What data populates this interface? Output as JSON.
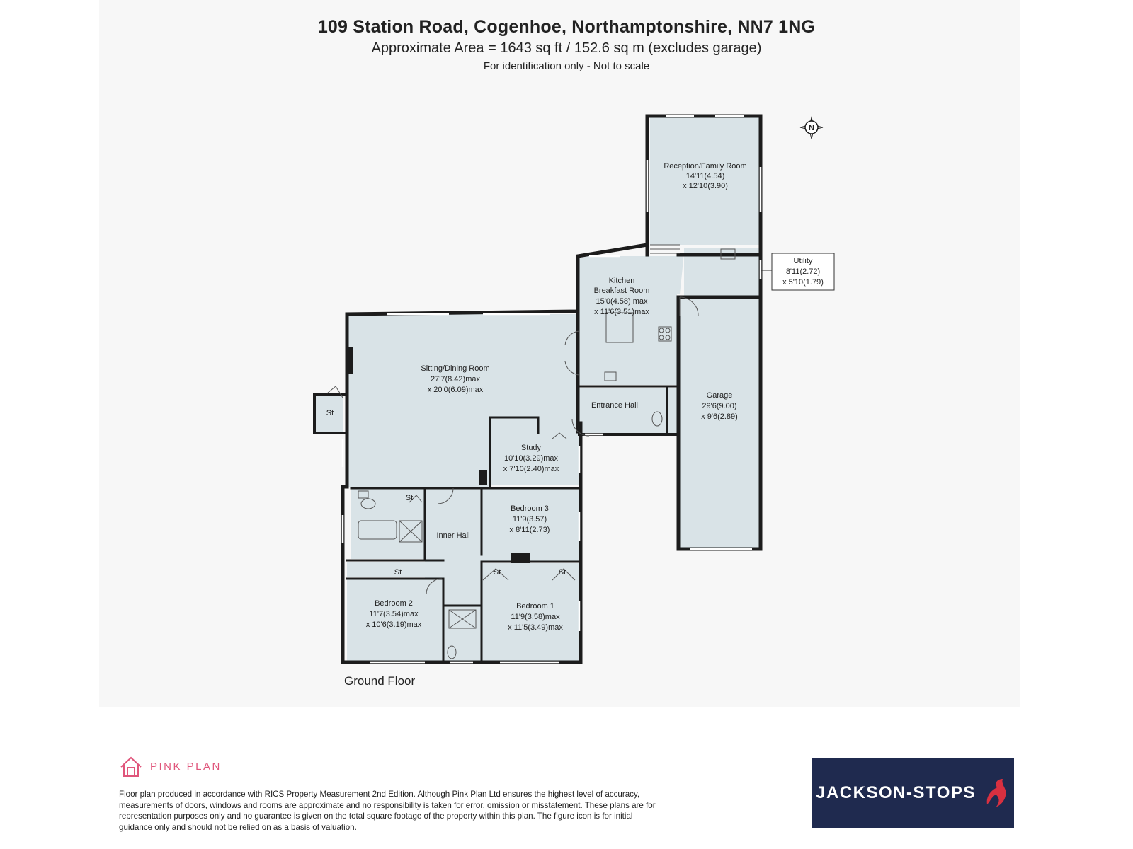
{
  "header": {
    "title": "109 Station Road, Cogenhoe, Northamptonshire, NN7 1NG",
    "area": "Approximate Area = 1643 sq ft / 152.6 sq m (excludes garage)",
    "note": "For identification only - Not to scale"
  },
  "compass": {
    "label": "N"
  },
  "floor_label": "Ground Floor",
  "rooms": {
    "reception": {
      "name": "Reception/Family Room",
      "dim1": "14'11(4.54)",
      "dim2": "x 12'10(3.90)"
    },
    "utility": {
      "name": "Utility",
      "dim1": "8'11(2.72)",
      "dim2": "x 5'10(1.79)"
    },
    "kitchen": {
      "name1": "Kitchen",
      "name2": "Breakfast Room",
      "dim1": "15'0(4.58) max",
      "dim2": "x 11'6(3.51)max"
    },
    "sitting": {
      "name": "Sitting/Dining Room",
      "dim1": "27'7(8.42)max",
      "dim2": "x 20'0(6.09)max"
    },
    "entrance": {
      "name": "Entrance Hall"
    },
    "garage": {
      "name": "Garage",
      "dim1": "29'6(9.00)",
      "dim2": "x 9'6(2.89)"
    },
    "study": {
      "name": "Study",
      "dim1": "10'10(3.29)max",
      "dim2": "x 7'10(2.40)max"
    },
    "inner_hall": {
      "name": "Inner Hall"
    },
    "bedroom3": {
      "name": "Bedroom 3",
      "dim1": "11'9(3.57)",
      "dim2": "x 8'11(2.73)"
    },
    "bedroom2": {
      "name": "Bedroom 2",
      "dim1": "11'7(3.54)max",
      "dim2": "x 10'6(3.19)max"
    },
    "bedroom1": {
      "name": "Bedroom 1",
      "dim1": "11'9(3.58)max",
      "dim2": "x 11'5(3.49)max"
    },
    "store": {
      "name": "St"
    }
  },
  "footer": {
    "brand": "PINK PLAN",
    "disclaimer": "Floor plan produced in accordance with RICS Property Measurement 2nd Edition. Although Pink Plan Ltd ensures the highest level of accuracy, measurements of doors, windows and rooms are approximate and no responsibility is taken for error, omission or misstatement. These plans are for representation purposes only and no guarantee is given on the total square footage of the property within this plan. The figure icon is for initial guidance only and should not be relied on as a basis of valuation.",
    "agent": "JACKSON-STOPS"
  },
  "colors": {
    "room_fill": "#d9e3e7",
    "wall": "#1c1c1c",
    "brand_pink": "#e0557b",
    "agent_navy": "#1f2a4f"
  }
}
